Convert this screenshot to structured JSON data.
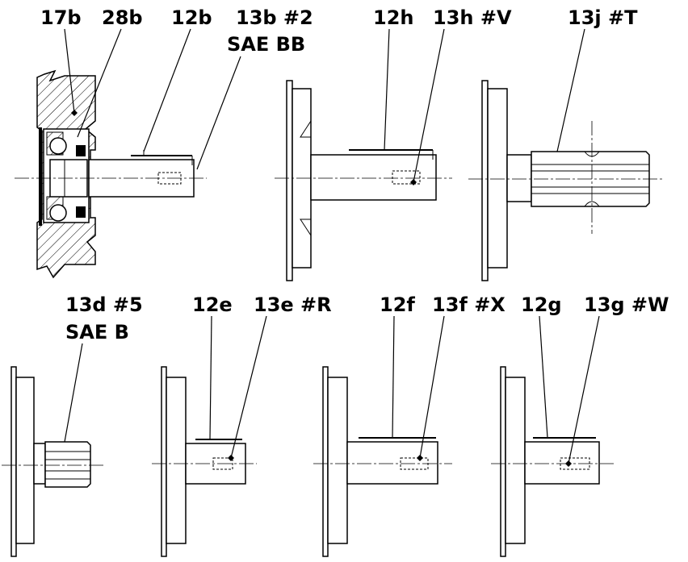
{
  "labels": {
    "l17b": "17b",
    "l28b": "28b",
    "l12b": "12b",
    "l13b": "13b #2",
    "saeBB": "SAE BB",
    "l12h": "12h",
    "l13h": "13h #V",
    "l13j": "13j #T",
    "l13d": "13d #5",
    "saeB": "SAE B",
    "l12e": "12e",
    "l13e": "13e #R",
    "l12f": "12f",
    "l13f": "13f #X",
    "l12g": "12g",
    "l13g": "13g #W"
  },
  "colors": {
    "ink": "#000000",
    "paper": "#ffffff"
  }
}
